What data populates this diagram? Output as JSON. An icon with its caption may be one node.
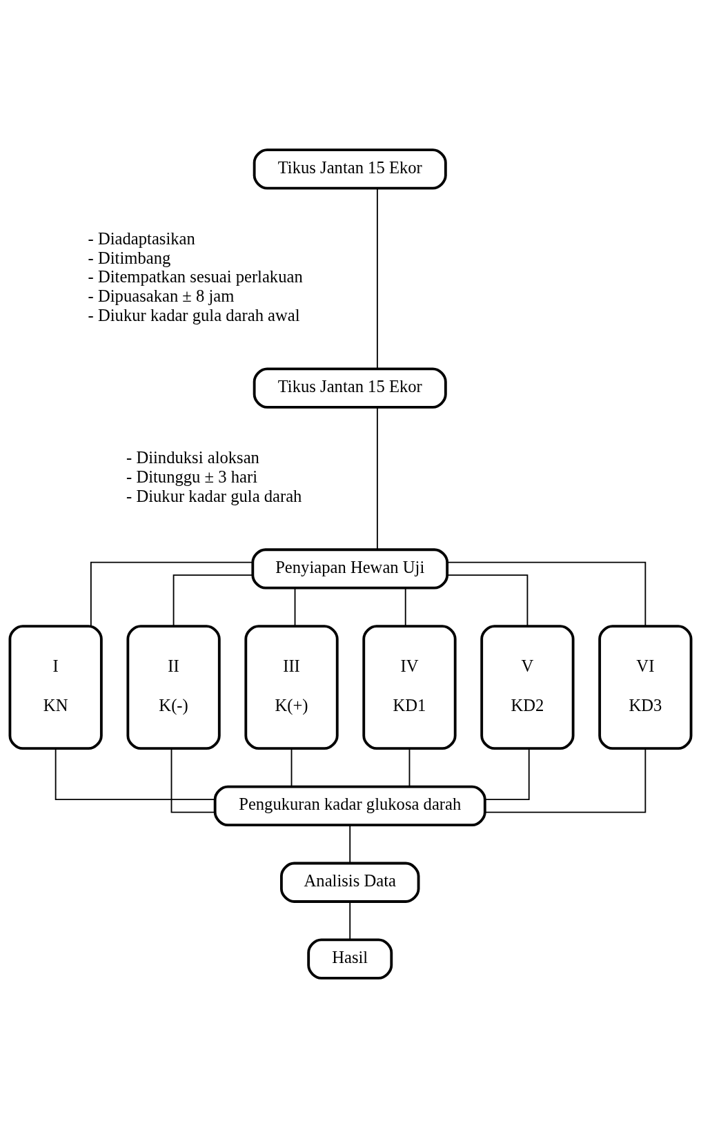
{
  "diagram": {
    "nodes": [
      {
        "text": [
          "Tikus Jantan 15 Ekor"
        ],
        "beside": [
          "- Diadaptasikan",
          "- Ditimbang",
          "- Ditempatkan sesuai perlakuan",
          "- Dipuasakan ± 8 jam",
          "- Diukur kadar gula darah awal"
        ]
      },
      {
        "text": [
          "Tikus Jantan 15 Ekor"
        ],
        "beside": [
          "- Diinduksi aloksan",
          "- Ditunggu ± 3 hari",
          "- Diukur kadar gula darah"
        ]
      },
      {
        "text": [
          "Penyiapan Hewan Uji"
        ]
      },
      {
        "text": [
          "I",
          "KN"
        ]
      },
      {
        "text": [
          "II",
          "K(-)"
        ]
      },
      {
        "text": [
          "III",
          "K(+)"
        ]
      },
      {
        "text": [
          "IV",
          "KD1"
        ]
      },
      {
        "text": [
          "V",
          "KD2"
        ]
      },
      {
        "text": [
          "VI",
          "KD3"
        ]
      },
      {
        "text": [
          "Pengukuran kadar glukosa darah"
        ]
      },
      {
        "text": [
          "Analisis Data"
        ]
      },
      {
        "text": [
          "Hasil"
        ]
      }
    ],
    "edges": [
      {
        "from": 0,
        "to": 1,
        "arrow": "none"
      },
      {
        "from": 1,
        "to": 2,
        "arrow": "none"
      },
      {
        "from": 2,
        "to": 3,
        "arrow": "none"
      },
      {
        "from": 2,
        "to": 4,
        "arrow": "none"
      },
      {
        "from": 2,
        "to": 5,
        "arrow": "none"
      },
      {
        "from": 2,
        "to": 6,
        "arrow": "none"
      },
      {
        "from": 2,
        "to": 7,
        "arrow": "none"
      },
      {
        "from": 2,
        "to": 8,
        "arrow": "none"
      },
      {
        "from": 3,
        "to": 9,
        "arrow": "none"
      },
      {
        "from": 4,
        "to": 9,
        "arrow": "none"
      },
      {
        "from": 5,
        "to": 9,
        "arrow": "none"
      },
      {
        "from": 6,
        "to": 9,
        "arrow": "none"
      },
      {
        "from": 7,
        "to": 9,
        "arrow": "none"
      },
      {
        "from": 8,
        "to": 9,
        "arrow": "none"
      },
      {
        "from": 9,
        "to": 10,
        "arrow": "none"
      },
      {
        "from": 10,
        "to": 11,
        "arrow": "none"
      }
    ]
  }
}
